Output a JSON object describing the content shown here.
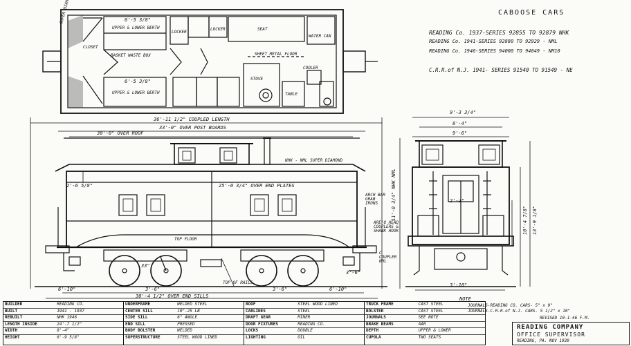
{
  "sheet": {
    "title": "CABOOSE CARS",
    "series_lines": [
      "READING Co. 1937-SERIES 92855 TO 92879 NHK",
      "READING Co. 1941-SERIES 92880 TO 92929 - NML",
      "READING Co. 1946-SERIES 94000 TO 94049 - NM10",
      "C.R.R.of N.J. 1941- SERIES 91540 TO 91549 - NE"
    ],
    "plan_labels": {
      "upper_lower_berth_top": "UPPER & LOWER BERTH",
      "upper_lower_berth_bottom": "UPPER & LOWER BERTH",
      "seat": "SEAT",
      "locker_1": "LOCKER",
      "locker_2": "LOCKER",
      "closet": "CLOSET",
      "water_can": "WATER CAN",
      "waste_box": "BASKET WASTE BOX",
      "sheet_metal_floor": "SHEET METAL FLOOR",
      "stove": "STOVE",
      "cooler": "COOLER",
      "table": "TABLE",
      "super_diamond": "SUPER DIAMOND",
      "dim_berth_top": "6'-5 3/8\"",
      "dim_berth_bottom": "6'-5 3/8\""
    },
    "side_labels": {
      "coupled_length": "36'-11 1/2\" COUPLED LENGTH",
      "over_post_boards": "33'-0\" OVER POST BOARDS",
      "over_roof": "30'-0\" OVER ROOF",
      "over_end_plates": "25'-0 3/4\" OVER END PLATES",
      "nhk_nml": "NHK - NML SUPER DIAMOND",
      "top_floor": "TOP FLOOR",
      "top_of_rails": "TOP OF RAILS",
      "over_end_sills": "30'-4 1/2\" OVER END SILLS",
      "dim_left_10": "6'-10\"",
      "dim_right_10": "6'-10\"",
      "dim_center_8": "3'-6\"",
      "dim_center_8b": "3'-6\"",
      "wheel_dia": "33\"",
      "dim_2_6": "2'-6 5/8\"",
      "arch_bar": "ARCH BAR GRAB IRONS",
      "nhk_nml_couplers": "ARE'O HEAD COUPLERS & SHANK HOOK",
      "couplers_nml": "C COUPLER NML",
      "height_12": "11'-0 3/4\" NHK NML",
      "height_rail": "3'-6\""
    },
    "end_labels": {
      "width_top": "9'-3 3/4\"",
      "width_mid": "8'-4\"",
      "width_bottom": "9'-6\"",
      "height_total": "13'-9 1/8\"",
      "height_b": "10'-4 7/8\"",
      "dim_4": "2'-4\"",
      "dim_3": "3'-10\""
    },
    "note_title": "NOTE",
    "notes": [
      "JOURNALS-READING CO. CARS- 5\" x 9\"",
      "JOURNALS-C.R.R.of N.J. CARS- 5 1/2\" x 10\""
    ],
    "revision": "REVISED 10-1-46 F.M.",
    "titlebox": [
      "READING COMPANY",
      "OFFICE SUPERVISOR",
      "READING, PA.  NOV 1939"
    ],
    "spec": [
      [
        {
          "k": "BUILDER",
          "v": "READING CO."
        },
        {
          "k": "BUILT",
          "v": "1941 - 1937"
        },
        {
          "k": "REBUILT",
          "v": "NHK 1946"
        },
        {
          "k": "LENGTH INSIDE",
          "v": "24'-7 1/2\""
        },
        {
          "k": "WIDTH",
          "v": "8'-4\""
        },
        {
          "k": "HEIGHT",
          "v": "6'-9 5/8\""
        }
      ],
      [
        {
          "k": "UNDERFRAME",
          "v": "WELDED STEEL"
        },
        {
          "k": "CENTER SILL",
          "v": "10\"-25 LB"
        },
        {
          "k": "SIDE SILL",
          "v": "6\" ANGLE"
        },
        {
          "k": "END SILL",
          "v": "PRESSED"
        },
        {
          "k": "BODY BOLSTER",
          "v": "WELDED"
        },
        {
          "k": "SUPERSTRUCTURE",
          "v": "STEEL WOOD LINED"
        }
      ],
      [
        {
          "k": "ROOF",
          "v": "STEEL WOOD LINED"
        },
        {
          "k": "CARLINES",
          "v": "STEEL"
        },
        {
          "k": "DRAFT GEAR",
          "v": "MINER"
        },
        {
          "k": "DOOR FIXTURES",
          "v": "READING CO."
        },
        {
          "k": "LOCKS",
          "v": "DOUBLE"
        },
        {
          "k": "LIGHTING",
          "v": "OIL"
        }
      ],
      [
        {
          "k": "TRUCK FRAME",
          "v": "CAST STEEL"
        },
        {
          "k": "BOLSTER",
          "v": "CAST STEEL"
        },
        {
          "k": "JOURNALS",
          "v": "SEE NOTE"
        },
        {
          "k": "BRAKE BEAMS",
          "v": "AAR"
        },
        {
          "k": "DEPTH",
          "v": "UPPER & LOWER"
        },
        {
          "k": "CUPOLA",
          "v": "TWO SEATS"
        }
      ]
    ]
  }
}
